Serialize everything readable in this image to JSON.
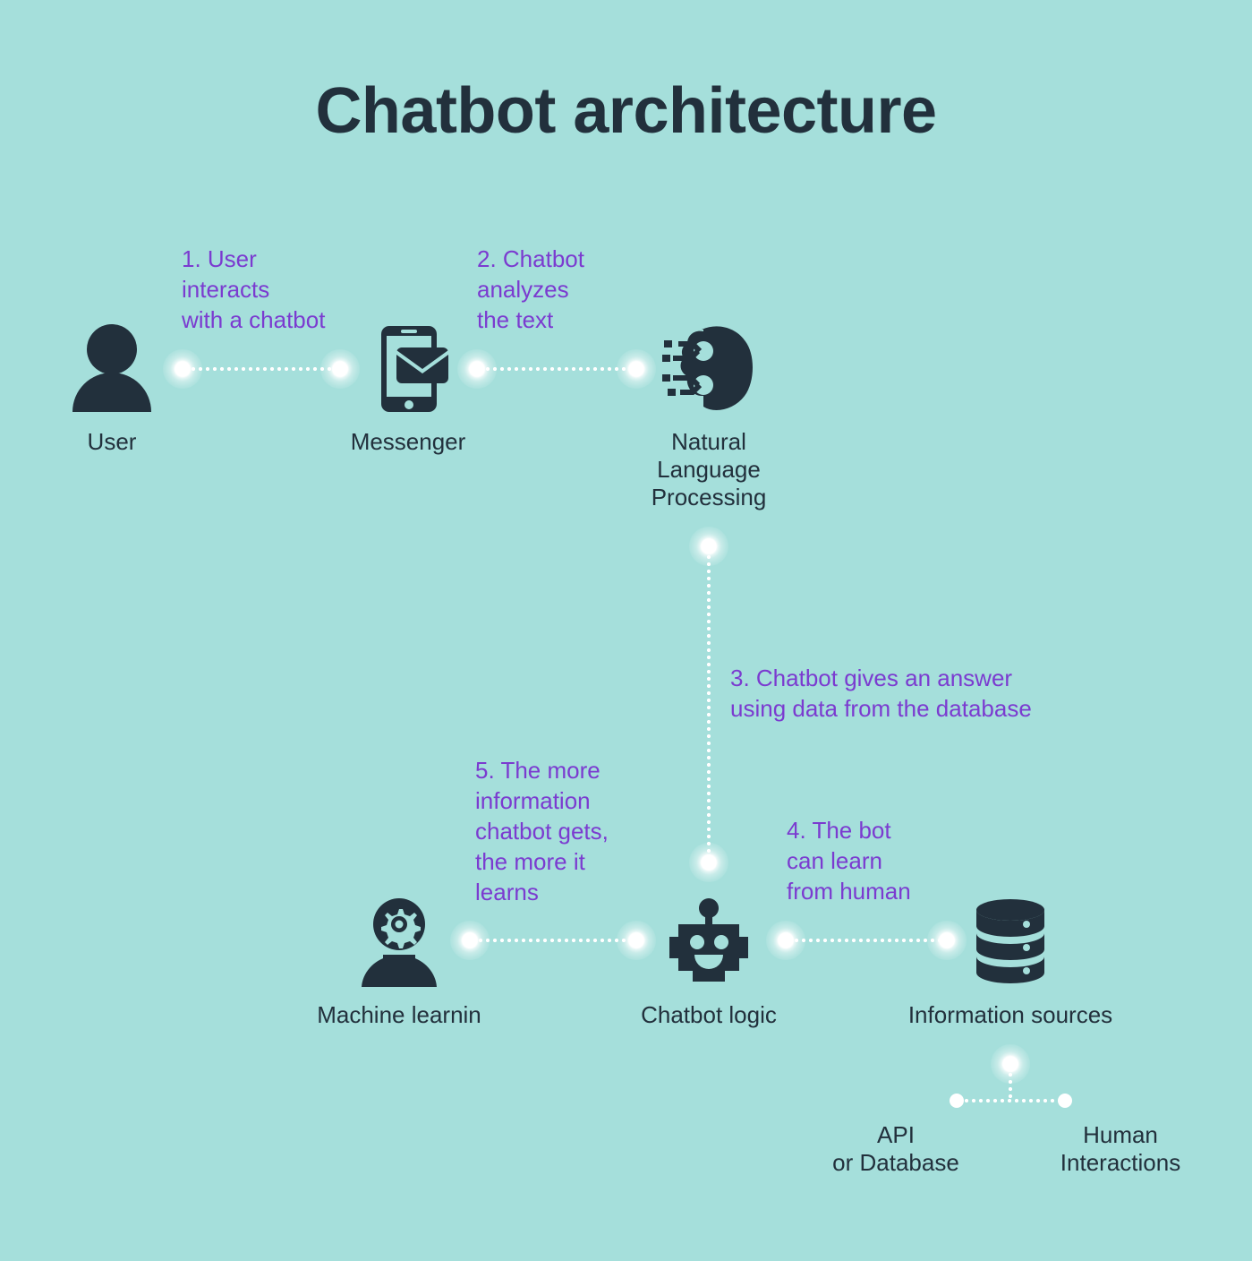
{
  "page": {
    "title": "Chatbot architecture",
    "background_color": "#a5dfdb",
    "dark_color": "#22303c",
    "accent_color": "#7b3bd0",
    "connector_color": "#ffffff"
  },
  "nodes": [
    {
      "id": "user",
      "icon": "user-icon",
      "label": "User"
    },
    {
      "id": "messenger",
      "icon": "messenger-phone-icon",
      "label": "Messenger"
    },
    {
      "id": "nlp",
      "icon": "ai-brain-icon",
      "label": "Natural\nLanguage\nProcessing"
    },
    {
      "id": "machine-learning",
      "icon": "gear-person-icon",
      "label": "Machine learnin"
    },
    {
      "id": "chatbot-logic",
      "icon": "robot-icon",
      "label": "Chatbot logic"
    },
    {
      "id": "information-sources",
      "icon": "database-stack-icon",
      "label": "Information sources"
    },
    {
      "id": "api-or-database",
      "icon": "none",
      "label": "API\nor Database"
    },
    {
      "id": "human-interactions",
      "icon": "none",
      "label": "Human\nInteractions"
    }
  ],
  "steps": [
    {
      "id": "step-1",
      "text": "1. User\ninteracts\nwith a chatbot"
    },
    {
      "id": "step-2",
      "text": "2. Chatbot\nanalyzes\nthe text"
    },
    {
      "id": "step-3",
      "text": "3. Chatbot gives an answer\nusing data from the database"
    },
    {
      "id": "step-4",
      "text": "4. The bot\ncan learn\nfrom human"
    },
    {
      "id": "step-5",
      "text": "5. The more\ninformation\nchatbot gets,\nthe more it\nlearns"
    }
  ]
}
